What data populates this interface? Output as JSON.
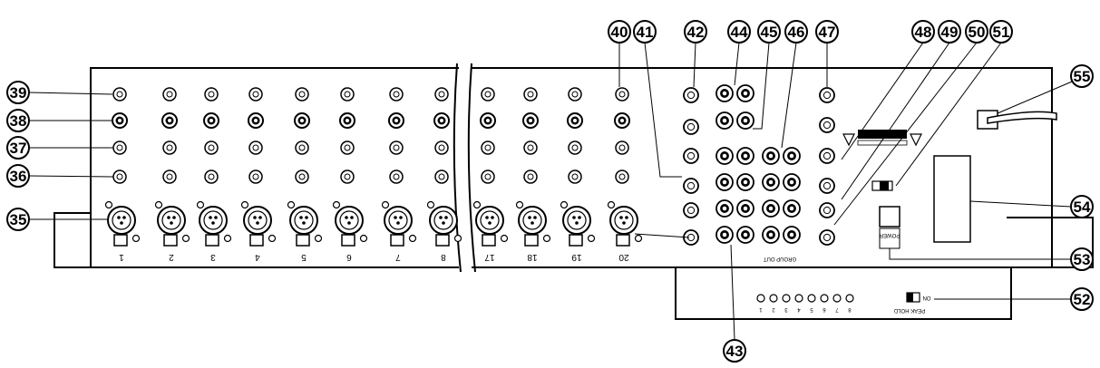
{
  "callouts": {
    "c35": "35",
    "c36": "36",
    "c37": "37",
    "c38": "38",
    "c39": "39",
    "c40": "40",
    "c41": "41",
    "c42": "42",
    "c43": "43",
    "c44": "44",
    "c45": "45",
    "c46": "46",
    "c47": "47",
    "c48": "48",
    "c49": "49",
    "c50": "50",
    "c51": "51",
    "c52": "52",
    "c53": "53",
    "c54": "54",
    "c55": "55"
  },
  "channels": [
    "1",
    "2",
    "3",
    "4",
    "5",
    "6",
    "7",
    "8",
    "17",
    "18",
    "19",
    "20"
  ],
  "labels": {
    "group_out": "GROUP OUT",
    "power": "POWER",
    "peak_hold": "PEAK HOLD",
    "peak_hold_on": "ON",
    "meter_scale": [
      "1",
      "2",
      "3",
      "4",
      "5",
      "6",
      "7",
      "8"
    ]
  }
}
